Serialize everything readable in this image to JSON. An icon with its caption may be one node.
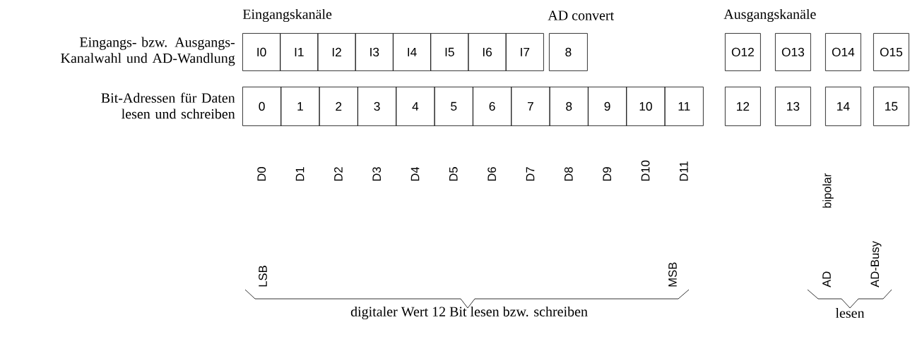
{
  "diagram": {
    "nodes": [
      {
        "text": [
          "I0"
        ]
      },
      {
        "text": [
          "I1"
        ]
      },
      {
        "text": [
          "I2"
        ]
      },
      {
        "text": [
          "I3"
        ]
      },
      {
        "text": [
          "I4"
        ]
      },
      {
        "text": [
          "I5"
        ]
      },
      {
        "text": [
          "I6"
        ]
      },
      {
        "text": [
          "I7"
        ]
      },
      {
        "text": [
          "8"
        ]
      },
      {
        "text": [
          "O12"
        ]
      },
      {
        "text": [
          "O13"
        ]
      },
      {
        "text": [
          "O14"
        ]
      },
      {
        "text": [
          "O15"
        ]
      },
      {
        "text": [
          "0"
        ]
      },
      {
        "text": [
          "1"
        ]
      },
      {
        "text": [
          "2"
        ]
      },
      {
        "text": [
          "3"
        ]
      },
      {
        "text": [
          "4"
        ]
      },
      {
        "text": [
          "5"
        ]
      },
      {
        "text": [
          "6"
        ]
      },
      {
        "text": [
          "7"
        ]
      },
      {
        "text": [
          "8"
        ]
      },
      {
        "text": [
          "9"
        ]
      },
      {
        "text": [
          "10"
        ]
      },
      {
        "text": [
          "11"
        ]
      },
      {
        "text": [
          "12"
        ]
      },
      {
        "text": [
          "13"
        ]
      },
      {
        "text": [
          "14"
        ]
      },
      {
        "text": [
          "15"
        ]
      }
    ],
    "labels": [
      "Eingangskanäle",
      "AD convert",
      "Ausgangskanäle",
      "Eingangs- bzw. Ausgangs-Kanalwahl und AD-Wandlung",
      "Bit-Adressen für Daten lesen und schreiben",
      "D0",
      "D1",
      "D2",
      "D3",
      "D4",
      "D5",
      "D6",
      "D7",
      "D8",
      "D9",
      "D10",
      "D11",
      "bipolar",
      "LSB",
      "MSB",
      "AD",
      "AD-Busy",
      "digitaler Wert 12 Bit lesen bzw. schreiben",
      "lesen"
    ]
  }
}
